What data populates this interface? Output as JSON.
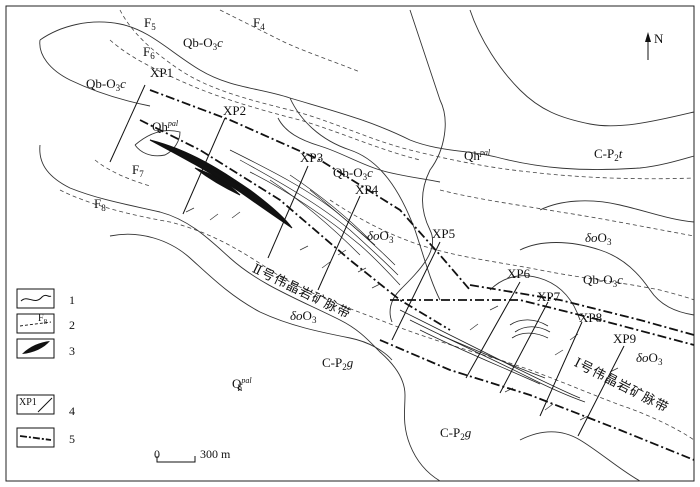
{
  "map": {
    "north": {
      "label": "N"
    },
    "profiles": [
      "XP1",
      "XP2",
      "XP3",
      "XP4",
      "XP5",
      "XP6",
      "XP7",
      "XP8",
      "XP9"
    ],
    "faults": {
      "f4": "F",
      "f4_sub": "4",
      "f5": "F",
      "f5_sub": "5",
      "f6": "F",
      "f6_sub": "6",
      "f7": "F",
      "f7_sub": "7",
      "f8": "F",
      "f8_sub": "8"
    },
    "units": {
      "qb": "Qb-O",
      "qb_sub": "3",
      "qb_c": "c",
      "qh": "Qh",
      "qh_sup": "pal",
      "cp2t_main": "C-P",
      "cp2t_sub": "2",
      "cp2t_t": "t",
      "cp2g_main": "C-P",
      "cp2g_sub": "2",
      "cp2g_g": "g",
      "do3_main": "δο",
      "do3_o": "O",
      "do3_sub": "3",
      "qh_lower_main": "Q",
      "qh_lower_sub": "h",
      "qh_lower_sup": "pal"
    },
    "belts": {
      "belt2": "Ⅱ号伟晶岩矿脉带",
      "belt1": "Ⅰ号伟晶岩矿脉带"
    },
    "legend": [
      {
        "num": "1",
        "icon": "geologic-boundary"
      },
      {
        "num": "2",
        "icon": "fault",
        "sample": "F",
        "sample_sub": "8"
      },
      {
        "num": "3",
        "icon": "pegmatite-vein"
      },
      {
        "num": "4",
        "icon": "profile-line",
        "sample": "XP1"
      },
      {
        "num": "5",
        "icon": "vein-belt-boundary"
      }
    ],
    "scale": {
      "zero": "0",
      "length": "300 m"
    }
  }
}
